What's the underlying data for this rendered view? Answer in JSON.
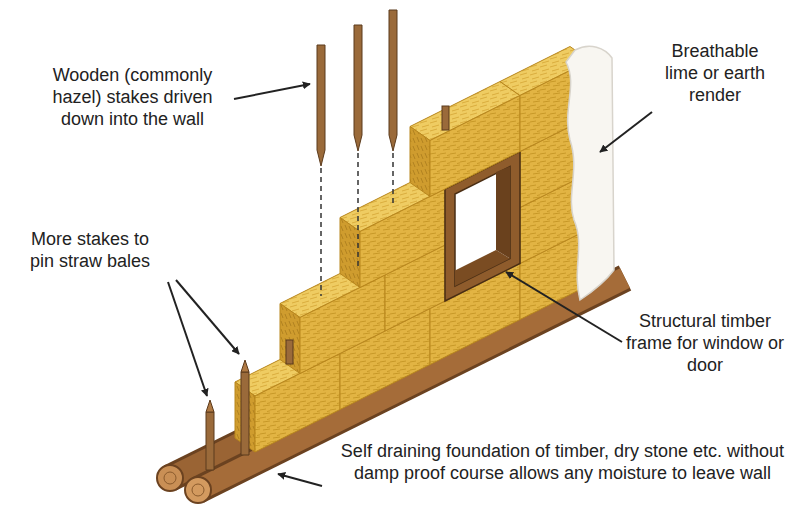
{
  "diagram": {
    "labels": [
      "Wooden (commonly hazel) stakes driven down into the wall",
      "Breathable lime or earth render",
      "More stakes to pin straw bales",
      "Structural timber frame for window or door",
      "Self draining foundation of timber, dry stone etc. without damp proof course allows any moisture to leave wall"
    ]
  }
}
